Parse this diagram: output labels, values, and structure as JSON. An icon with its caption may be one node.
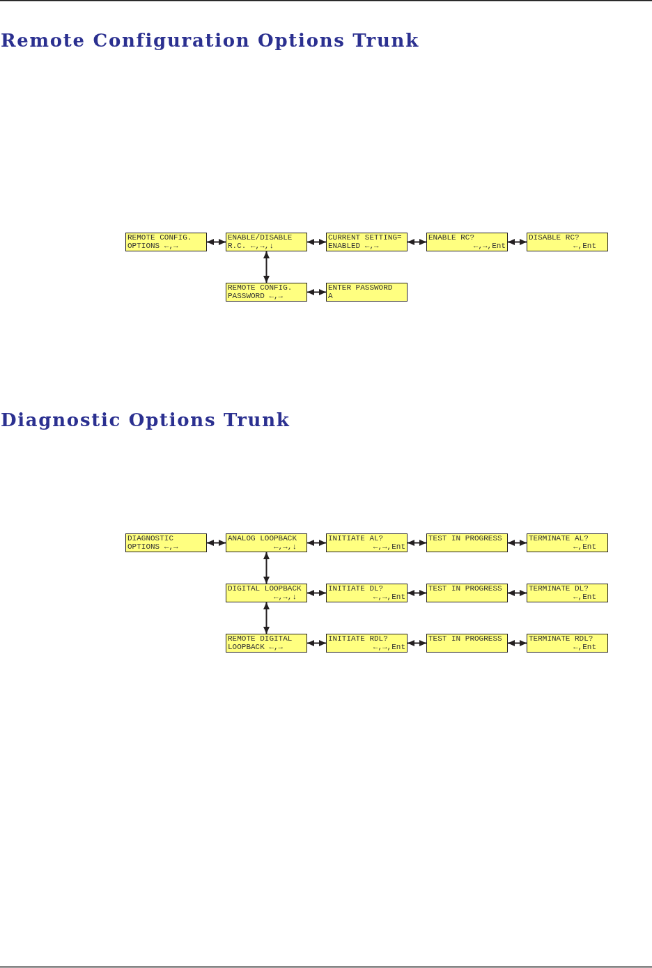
{
  "diagram": {
    "title": "Remote Configuration Options Trunk",
    "nodes": [
      {
        "text": [
          "REMOTE CONFIG.",
          "OPTIONS ←,→"
        ]
      },
      {
        "text": [
          "ENABLE/DISABLE",
          "R.C. ←,→,↓"
        ]
      },
      {
        "text": [
          "CURRENT SETTING=",
          "ENABLED ←,→"
        ]
      },
      {
        "text": [
          "ENABLE RC?",
          "←,→,Ent"
        ]
      },
      {
        "text": [
          "DISABLE RC?",
          "←,Ent"
        ]
      },
      {
        "text": [
          "REMOTE CONFIG.",
          "PASSWORD ←,→"
        ]
      },
      {
        "text": [
          "ENTER PASSWORD",
          "A"
        ]
      },
      {
        "text": [
          "DIAGNOSTIC",
          "OPTIONS ←,→"
        ]
      },
      {
        "text": [
          "ANALOG LOOPBACK",
          "←,→,↓"
        ]
      },
      {
        "text": [
          "INITIATE AL?",
          "←,→,Ent"
        ]
      },
      {
        "text": [
          "TEST IN PROGRESS"
        ]
      },
      {
        "text": [
          "TERMINATE AL?",
          "←,Ent"
        ]
      },
      {
        "text": [
          "DIGITAL LOOPBACK",
          "←,→,↓"
        ]
      },
      {
        "text": [
          "INITIATE DL?",
          "←,→,Ent"
        ]
      },
      {
        "text": [
          "TEST IN PROGRESS"
        ]
      },
      {
        "text": [
          "TERMINATE DL?",
          "←,Ent"
        ]
      },
      {
        "text": [
          "REMOTE DIGITAL",
          "LOOPBACK ←,→"
        ]
      },
      {
        "text": [
          "INITIATE RDL?",
          "←,→,Ent"
        ]
      },
      {
        "text": [
          "TEST IN PROGRESS"
        ]
      },
      {
        "text": [
          "TERMINATE RDL?",
          "←,Ent"
        ]
      }
    ],
    "edges": [
      {
        "from": 0,
        "to": 1,
        "arrow": "both"
      },
      {
        "from": 1,
        "to": 2,
        "arrow": "both"
      },
      {
        "from": 2,
        "to": 3,
        "arrow": "both"
      },
      {
        "from": 3,
        "to": 4,
        "arrow": "both"
      },
      {
        "from": 1,
        "to": 5,
        "arrow": "both"
      },
      {
        "from": 5,
        "to": 6,
        "arrow": "both"
      },
      {
        "from": 7,
        "to": 8,
        "arrow": "both"
      },
      {
        "from": 8,
        "to": 9,
        "arrow": "both"
      },
      {
        "from": 9,
        "to": 10,
        "arrow": "both"
      },
      {
        "from": 10,
        "to": 11,
        "arrow": "both"
      },
      {
        "from": 8,
        "to": 12,
        "arrow": "both"
      },
      {
        "from": 12,
        "to": 13,
        "arrow": "both"
      },
      {
        "from": 13,
        "to": 14,
        "arrow": "both"
      },
      {
        "from": 14,
        "to": 15,
        "arrow": "both"
      },
      {
        "from": 12,
        "to": 16,
        "arrow": "both"
      },
      {
        "from": 16,
        "to": 17,
        "arrow": "both"
      },
      {
        "from": 17,
        "to": 18,
        "arrow": "both"
      },
      {
        "from": 18,
        "to": 19,
        "arrow": "both"
      }
    ],
    "labels": [
      "Diagnostic Options Trunk"
    ]
  }
}
